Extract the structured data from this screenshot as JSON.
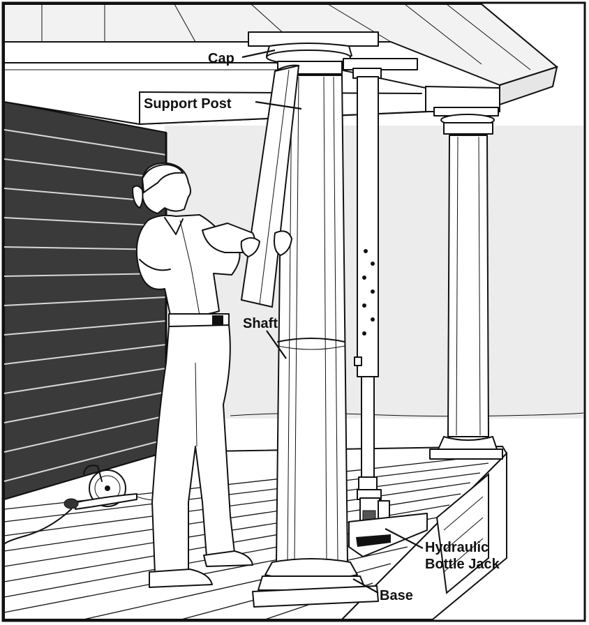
{
  "labels": {
    "cap": "Cap",
    "support_post": "Support Post",
    "shaft": "Shaft",
    "jack_line1": "Hydraulic",
    "jack_line2": "Bottle Jack",
    "base": "Base"
  },
  "colors": {
    "ink": "#111111",
    "siding": "#3a3a3a",
    "paper": "#ffffff",
    "background_tone": "#e9e9e9"
  }
}
